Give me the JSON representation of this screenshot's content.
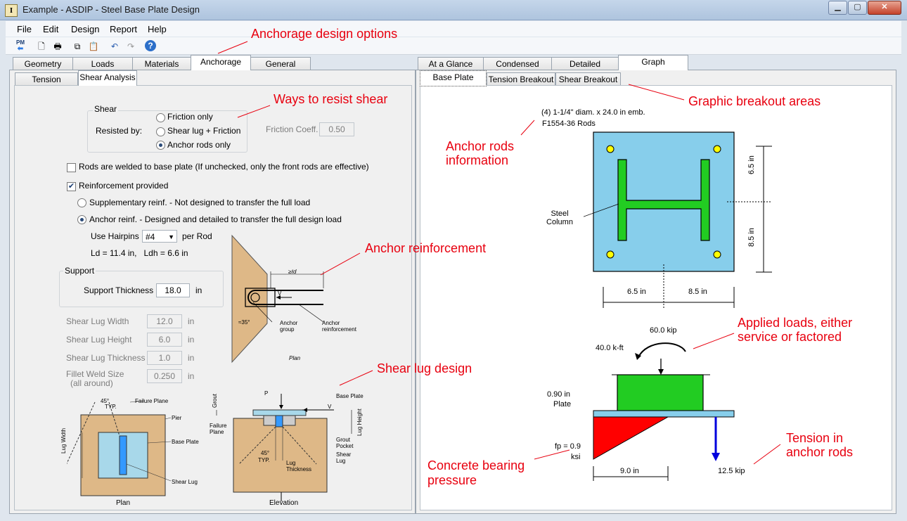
{
  "window": {
    "title": "Example - ASDIP - Steel Base Plate Design",
    "app_icon": "I-beam-icon"
  },
  "menu": [
    "File",
    "Edit",
    "Design",
    "Report",
    "Help"
  ],
  "toolbar_icons": [
    "pm-back-icon",
    "new-document-icon",
    "print-icon",
    "copy-icon",
    "paste-icon",
    "undo-icon",
    "redo-icon",
    "help-icon"
  ],
  "toolbar_pm_label": "PM",
  "left_tabs": [
    "Geometry",
    "Loads",
    "Materials",
    "Anchorage",
    "General"
  ],
  "left_active_tab": "Anchorage",
  "left_subtabs": [
    "Tension Analysis",
    "Shear Analysis"
  ],
  "left_active_subtab": "Shear Analysis",
  "right_tabs": [
    "At a Glance",
    "Condensed",
    "Detailed",
    "Graph"
  ],
  "right_active_tab": "Graph",
  "right_subtabs": [
    "Base Plate",
    "Tension Breakout",
    "Shear Breakout"
  ],
  "right_active_subtab": "Base Plate",
  "shear": {
    "group_label": "Shear",
    "resisted_by_label": "Resisted by:",
    "options": [
      "Friction only",
      "Shear lug + Friction",
      "Anchor rods only"
    ],
    "selected": "Anchor rods only",
    "friction_coeff_label": "Friction Coeff.",
    "friction_coeff_value": "0.50"
  },
  "welded": {
    "label": "Rods are welded to base plate (If unchecked, only the front rods are effective)",
    "checked": false
  },
  "reinforcement": {
    "label": "Reinforcement provided",
    "checked": true,
    "options": [
      "Supplementary reinf. - Not designed to transfer the full load",
      "Anchor reinf. - Designed and detailed to transfer the full design load"
    ],
    "selected": "Anchor reinf. - Designed and detailed to transfer the full design load",
    "hairpins_label": "Use Hairpins",
    "hairpins_value": "#4",
    "per_rod_label": "per Rod",
    "ld_text": "Ld = 11.4 in,   Ldh = 6.6 in"
  },
  "support": {
    "group_label": "Support",
    "thickness_label": "Support Thickness",
    "thickness_value": "18.0",
    "unit": "in"
  },
  "shear_lug": {
    "rows": [
      {
        "label": "Shear Lug Width",
        "value": "12.0",
        "unit": "in"
      },
      {
        "label": "Shear Lug Height",
        "value": "6.0",
        "unit": "in"
      },
      {
        "label": "Shear Lug Thickness",
        "value": "1.0",
        "unit": "in"
      },
      {
        "label": "Fillet Weld Size",
        "sublabel": "(all around)",
        "value": "0.250",
        "unit": "in"
      }
    ]
  },
  "anchor_diagram": {
    "ld_label": "≥ℓd",
    "v_label": "V",
    "angle_label": "≈35°",
    "anchor_group": "Anchor group",
    "anchor_reinforcement": "Anchor reinforcement",
    "caption": "Plan"
  },
  "lug_plan": {
    "angle": "45°",
    "typ": "TYP.",
    "failure_plane": "Failure Plane",
    "pier": "Pier",
    "base_plate": "Base Plate",
    "shear_lug": "Shear Lug",
    "lug_width": "Lug Width",
    "caption": "Plan"
  },
  "lug_elevation": {
    "p": "P",
    "v": "V",
    "grout": "Grout",
    "base_plate": "Base Plate",
    "failure_plane": "Failure Plane",
    "angle": "45°",
    "typ": "TYP.",
    "grout_pocket": "Grout Pocket",
    "shear_lug": "Shear Lug",
    "lug_thickness": "Lug Thickness",
    "lug_height": "Lug Height",
    "caption": "Elevation"
  },
  "graph": {
    "rods_line1": "(4) 1-1/4\" diam. x 24.0 in emb.",
    "rods_line2": "F1554-36 Rods",
    "steel_column": "Steel Column",
    "dim_6_5_v": "6.5 in",
    "dim_8_5_v": "8.5 in",
    "dim_6_5_h": "6.5 in",
    "dim_8_5_h": "8.5 in",
    "axial_load": "60.0 kip",
    "moment": "40.0 k-ft",
    "plate_thk": "0.90 in",
    "plate_label": "Plate",
    "fp_line1": "fp = 0.9",
    "fp_line2": "ksi",
    "bearing_len": "9.0 in",
    "tension": "12.5 kip"
  },
  "annotations": {
    "anchorage": "Anchorage design options",
    "ways": "Ways to resist shear",
    "anchor_reinf": "Anchor reinforcement",
    "shear_lug": "Shear lug design",
    "graphic": "Graphic breakout areas",
    "rods_info_1": "Anchor rods",
    "rods_info_2": "information",
    "applied_1": "Applied loads, either",
    "applied_2": "service or factored",
    "concrete_1": "Concrete bearing",
    "concrete_2": "pressure",
    "tension_1": "Tension in",
    "tension_2": "anchor rods"
  },
  "colors": {
    "annotation": "#e8000f",
    "plate": "#87ceeb",
    "column": "#22cc22",
    "bearing": "#ff0000",
    "tension_arrow": "#0000dd",
    "concrete": "#deb887",
    "lug": "#3399ff"
  }
}
